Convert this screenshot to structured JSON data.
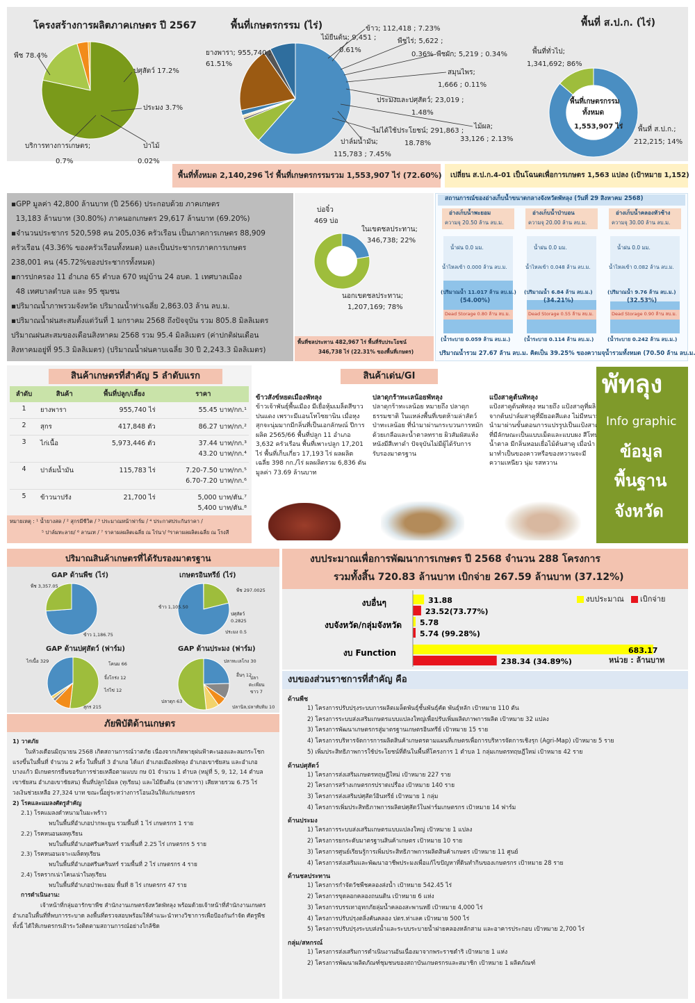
{
  "structure": {
    "title": "โครงสร้างการผลิตภาคเกษตร ปี 2567",
    "labels": {
      "crop": "พืช 78.4%",
      "livestock": "ปศุสัตว์ 17.2%",
      "fishery": "ประมง 3.7%",
      "service_a": "บริการทางการเกษตร;",
      "service_b": "0.7%",
      "forest_a": "ป่าไม้",
      "forest_b": "0.02%"
    },
    "values": [
      78.4,
      17.2,
      3.7,
      0.7,
      0.02
    ],
    "colors": [
      "#7a9a1a",
      "#a9c84a",
      "#f28c1a",
      "#f5b31a",
      "#999999"
    ]
  },
  "agri_area": {
    "title": "พื้นที่เกษตรกรรม (ไร่)",
    "labels": {
      "rubber_a": "ยางพารา;  955,740 ;",
      "rubber_b": "61.51%",
      "rice": "ข้าว;  112,418 ; 7.23%",
      "perennial_a": "ไม้ยืนต้น;  9,451 ;",
      "perennial_b": "0.61%",
      "field_a": "พืชไร่;  5,622 ;",
      "field_b": "0.36%",
      "veg": "พืชผัก;  5,219 ; 0.34%",
      "herb_a": "สมุนไพร;",
      "herb_b": "1,666 ; 0.11%",
      "fishery_a": "ประมงและปศุสัตว์;  23,019 ;",
      "fishery_b": "1.48%",
      "unused_a": "ไม่ได้ใช้ประโยชน์;  291,863 ;",
      "unused_b": "18.78%",
      "fruit_a": "ไม้ผล;",
      "fruit_b": "33,126 ; 2.13%",
      "palm_a": "ปาล์มน้ำมัน;",
      "palm_b": "115,783 ; 7.45%"
    },
    "values": [
      955740,
      112418,
      9451,
      5622,
      5219,
      1666,
      23019,
      291863,
      33126,
      115783
    ],
    "colors": [
      "#4a8ec2",
      "#9ebd3c",
      "#6e6e6e",
      "#e6a23c",
      "#f2d36b",
      "#c8c8c8",
      "#3d7fb0",
      "#9b5a12",
      "#555555",
      "#2f6e9e"
    ]
  },
  "alro": {
    "title": "พื้นที่ ส.ป.ก. (ไร่)",
    "general_a": "พื้นที่ทั่วไป;",
    "general_b": "1,341,692; 86%",
    "alro_a": "พื้นที่ ส.ป.ก.;",
    "alro_b": "212,215; 14%",
    "center_a": "พื้นที่เกษตรกรรม",
    "center_b": "ทั้งหมด",
    "center_c": "1,553,907 ไร่",
    "values": [
      1341692,
      212215
    ],
    "colors": [
      "#4a8ec2",
      "#9ebd3c"
    ]
  },
  "total_area_text": "พื้นที่ทั้งหมด 2,140,296 ไร่ พื้นที่เกษตรกรรมรวม 1,553,907 ไร่ (72.60%)",
  "alro_change_text": "เปลี่ยน ส.ป.ก.4-01 เป็นโฉนดเพื่อการเกษตร 1,563 แปลง (เป้าหมาย 1,152)",
  "gpp_bullets": [
    "▪GPP มูลค่า 42,800 ล้านบาท (ปี 2566) ประกอบด้วย ภาคเกษตร",
    "  13,183 ล้านบาท (30.80%) ภาคนอกเกษตร 29,617 ล้านบาท (69.20%)",
    "▪จำนวนประชากร 520,598 คน 205,036 ครัวเรือน เป็นภาคการเกษตร 88,909",
    "ครัวเรือน (43.36% ของครัวเรือนทั้งหมด) และเป็นประชากรภาคการเกษตร",
    "238,001 คน (45.72%ของประชากรทั้งหมด)",
    "▪การปกครอง 11 อำเภอ 65 ตำบล 670 หมู่บ้าน 24 อบต. 1 เทศบาลเมือง",
    "  48 เทศบาลตำบล และ 95 ชุมชน",
    "▪ปริมาณน้ำภาพรวมจังหวัด ปริมาณน้ำท่าเฉลี่ย 2,863.03 ล้าน ลบ.ม.",
    "▪ปริมาณน้ำฝนสะสมตั้งแต่วันที่ 1 มกราคม 2568 ถึงปัจจุบัน รวม 805.8 มิลลิเมตร",
    "ปริมาณฝนสะสมของเดือนสิงหาคม 2568 รวม 95.4 มิลลิเมตร (ค่าปกติฝนเดือน",
    "สิงหาคมอยู่ที่ 95.3 มิลลิเมตร) (ปริมาณน้ำฝนคาบเฉลี่ย 30 ปี 2,243.3 มิลลิเมตร)"
  ],
  "irrigation": {
    "wells_a": "บ่อจิ๋ว",
    "wells_b": "469 บ่อ",
    "in_a": "ในเขตชลประทาน;",
    "in_b": "346,738; 22%",
    "out_a": "นอกเขตชลประทาน;",
    "out_b": "1,207,169; 78%",
    "footer_a": "พื้นที่ชลประทาน 482,967 ไร่ พื้นที่รับประโยชน์",
    "footer_b": "346,738 ไร่ (22.31% ของพื้นที่เกษตร)",
    "values": [
      346738,
      1207169
    ],
    "colors": [
      "#4a8ec2",
      "#9ebd3c"
    ]
  },
  "reservoir": {
    "title": "สถานการณ์ของอ่างเก็บน้ำขนาดกลางจังหวัดพัทลุง (วันที่ 29 สิงหาคม 2568)",
    "items": [
      {
        "name": "อ่างเก็บน้ำพะยอม",
        "cap": "ความจุ 20.50 ล้าน ลบ.ม.",
        "rain": "น้ำฝน 0.0 มม.",
        "inflow": "น้ำไหลเข้า 0.000 ล้าน ลบ.ม.",
        "volume": "(ปริมาณน้ำ 11.017 ล้าน ลบ.ม.)",
        "pct": "(54.00%)",
        "dead": "Dead Storage 0.80 ล้าน ลบ.ม.",
        "release": "(น้ำระบาย 0.059 ล้าน ลบ.ม.)",
        "level": 54.0
      },
      {
        "name": "อ่างเก็บน้ำป่าบอน",
        "cap": "ความจุ 20.00 ล้าน ลบ.ม.",
        "rain": "น้ำฝน 0.0 มม.",
        "inflow": "น้ำไหลเข้า 0.048 ล้าน ลบ.ม.",
        "volume": "(ปริมาณน้ำ 6.84 ล้าน ลบ.ม.)",
        "pct": "(34.21%)",
        "dead": "Dead Storage 0.55 ล้าน ลบ.ม.",
        "release": "(น้ำระบาย 0.114 ล้าน ลบ.ม.)",
        "level": 34.21
      },
      {
        "name": "อ่างเก็บน้ำคลองหัวช้าง",
        "cap": "ความจุ 30.00 ล้าน ลบ.ม.",
        "rain": "น้ำฝน 0.0 มม.",
        "inflow": "น้ำไหลเข้า 0.082 ล้าน ลบ.ม.",
        "volume": "(ปริมาณน้ำ 9.76 ล้าน ลบ.ม.)",
        "pct": "(32.53%)",
        "dead": "Dead Storage 0.90 ล้าน ลบ.ม.",
        "release": "(น้ำระบาย 0.242 ล้าน ลบ.ม.)",
        "level": 32.53
      }
    ],
    "total": "ปริมาณน้ำรวม 27.67 ล้าน ลบ.ม. คิดเป็น 39.25% ของความจุน้ำรวมทั้งหมด (70.50 ล้าน ลบ.ม.)"
  },
  "top5": {
    "title": "สินค้าเกษตรที่สำคัญ 5 ลำดับแรก",
    "headers": [
      "ลำดับ",
      "สินค้า",
      "พื้นที่ปลูก/เลี้ยง",
      "ราคา"
    ],
    "rows": [
      {
        "no": "1",
        "name": "ยางพารา",
        "area": "955,740 ไร่",
        "price": "55.45 บาท/กก.¹",
        "price2": ""
      },
      {
        "no": "2",
        "name": "สุกร",
        "area": "417,848 ตัว",
        "price": "86.27 บาท/กก.²",
        "price2": ""
      },
      {
        "no": "3",
        "name": "ไก่เนื้อ",
        "area": "5,973,446 ตัว",
        "price": "37.44 บาท/กก.³",
        "price2": "43.20 บาท/กก.⁴"
      },
      {
        "no": "4",
        "name": "ปาล์มน้ำมัน",
        "area": "115,783 ไร่",
        "price": "7.20-7.50 บาท/กก.⁵",
        "price2": "6.70-7.20 บาท/กก.⁶"
      },
      {
        "no": "5",
        "name": "ข้าวนาปรัง",
        "area": "21,700 ไร่",
        "price": "5,000 บาท/ตัน.⁷",
        "price2": "5,400 บาท/ตัน.⁸"
      }
    ],
    "note_a": "หมายเหตุ : ¹ น้ำยางสด / ² สุกรมีชีวิต / ³ ประมาณหน้าฟาร์ม / ⁴ ประกาศประกันราคา /",
    "note_b": "⁵ ปาล์มทะลาย/ ⁶ ลานเท / ⁷ ราคาผลผลิตเฉลี่ย ณ ไร่นา/ ⁸ราคาผลผลิตเฉลี่ย ณ โรงสี"
  },
  "gi": {
    "title": "สินค้าเด่น/GI",
    "cols": [
      {
        "head": "ข้าวสังข์หยดเมืองพัทลุง",
        "body": "ข้าวเจ้าพันธุ์พื้นเมือง มีเยื่อหุ้มเมล็ดสีขาวปนแดง เพราะมีแอนโทไซยานิน เมื่อหุงสุกจะนุ่มมากมีกลิ่นที่เป็นเอกลักษณ์ ปีการผลิต 2565/66 พื้นที่ปลูก 11 อำเภอ 3,632 ครัวเรือน พื้นที่เพาะปลูก 17,201 ไร่ พื้นที่เก็บเกี่ยว 17,193 ไร่ ผลผลิตเฉลี่ย 398 กก./ไร่ ผลผลิตรวม 6,836 ตัน มูลค่า 73.69 ล้านบาท"
      },
      {
        "head": "ปลาดุกร้าทะเลน้อยพัทลุง",
        "body": "ปลาดุกร้าทะเลน้อย หมายถึง ปลาดุกธรรมชาติ ในแหล่งพื้นที่เขตห้ามล่าสัตว์ป่าทะเลน้อย ที่นำมาผ่านกระบวนการหมักด้วยเกลือและน้ำตาลทราย ผิวสัมผัสแห้ง หนังมีสีเทาดำ ปัจจุบันไม่มีผู้ได้รับการรับรองมาตรฐาน"
      },
      {
        "head": "แป้งสาคูต้นพัทลุง",
        "body": "แป้งสาคูต้นพัทลุง หมายถึง แป้งสาคูที่ผลิตจากต้นปาล์มสาคูที่มียอดสีแดง ไม่มีหนาม นำมาผ่านขั้นตอนการแปรรูปเป็นแป้งสาคูที่มีลักษณะเป็นแบบเม็ดและแบบผง สีโทนน้ำตาล มีกลิ่นหอมเยื่อไม้ต้นสาคู เมื่อนำมาทำเป็นของคาวหรือของหวานจะมีความเหนียว นุ่ม รสหวาน"
      }
    ]
  },
  "brand": {
    "l1": "พัทลุง",
    "l2": "Info graphic",
    "l3": "ข้อมูล",
    "l4": "พื้นฐาน",
    "l5": "จังหวัด"
  },
  "standards": {
    "title": "ปริมาณสินค้าเกษตรที่ได้รับรองมาตรฐาน",
    "gap_crop": {
      "title": "GAP ด้านพืช (ไร่)",
      "l1": "พืช 3,357.05",
      "l2": "ข้าว 1,186.75",
      "values": [
        3357.05,
        1186.75
      ],
      "colors": [
        "#4a8ec2",
        "#9ebd3c"
      ]
    },
    "organic": {
      "title": "เกษตรอินทรีย์ (ไร่)",
      "l1": "พืช 297.0025",
      "l2": "ข้าว 1,105.50",
      "l3": "ปศุสัตว์",
      "l3b": "0.2825",
      "l4": "ประมง 0.5",
      "values": [
        297.0025,
        1105.5,
        0.2825,
        0.5
      ],
      "colors": [
        "#9ebd3c",
        "#4a8ec2",
        "#e6a23c",
        "#888888"
      ]
    },
    "gap_live": {
      "title": "GAP ด้านปศุสัตว์ (ฟาร์ม)",
      "l1": "ไก่เนื้อ 329",
      "l2": "โคนม 66",
      "l3": "จิ้งโกร่ง 12",
      "l4": "ไก่ไข่ 12",
      "l5": "สุกร 215",
      "values": [
        329,
        66,
        12,
        12,
        215
      ],
      "colors": [
        "#9ebd3c",
        "#f28c1a",
        "#888888",
        "#f2d36b",
        "#4a8ec2"
      ]
    },
    "gap_fish": {
      "title": "GAP ด้านประมง (ฟาร์ม)",
      "l1": "ปลาทะเลโกง  30",
      "l2": "อื่นๆ 12",
      "l3a": "ปลา",
      "l3b": "ตะเพียน",
      "l3c": "ขาว 7",
      "l4": "ปลานิล,ปลาทับทิม 10",
      "l5": "ปลาดุก 63",
      "values": [
        30,
        12,
        7,
        10,
        63
      ],
      "colors": [
        "#4a8ec2",
        "#888888",
        "#f28c1a",
        "#f2d36b",
        "#9ebd3c"
      ]
    }
  },
  "budget": {
    "title_a": "งบประมาณเพื่อการพัฒนาการเกษตร ปี 2568 จำนวน 288 โครงการ",
    "title_b": "รวมทั้งสิ้น 720.83 ล้านบาท เบิกจ่าย 267.59 ล้านบาท (37.12%)",
    "legend_budget": "งบประมาณ",
    "legend_spent": "เบิกจ่าย",
    "unit": "หน่วย : ล้านบาท",
    "colors": {
      "budget": "#ffff00",
      "spent": "#e8141c"
    },
    "chart_data": {
      "type": "bar",
      "categories": [
        "งบอื่นๆ",
        "งบจังหวัด/กลุ่มจังหวัด",
        "งบ Function"
      ],
      "series": [
        {
          "name": "งบประมาณ",
          "values": [
            31.88,
            5.78,
            683.17
          ]
        },
        {
          "name": "เบิกจ่าย",
          "values": [
            23.52,
            5.74,
            238.34
          ]
        }
      ],
      "value_labels_budget": [
        "31.88",
        "5.78",
        "683.17"
      ],
      "value_labels_spent": [
        "23.52(73.77%)",
        "5.74 (99.28%)",
        "238.34 (34.89%)"
      ],
      "xlim": [
        0,
        683.17
      ]
    }
  },
  "disaster": {
    "title": "ภัยพิบัติด้านเกษตร",
    "h1": "1) วาตภัย",
    "p1": "ในห้วงเดือนมิถุนายน 2568 เกิดสถานการณ์วาตภัย เนื่องจากเกิดพายุฝนฟ้าคะนองและลมกระโชกแรงขึ้นในพื้นที่ จำนวน 2 ครั้ง ในพื้นที่ 3 อำเภอ ได้แก่ อำเภอเมืองพัทลุง อำเภอเขาชัยสน และอำเภอบางแก้ว มีเกษตรกรยื่นขอรับการช่วยเหลือตามแบบ กษ 01 จำนวน 1 ตำบล (หมู่ที่ 5, 9, 12, 14 ตำบลเขาชัยสน อำเภอเขาชัยสน) พื้นที่ปลูกไม้ผล (ทุเรียน) และไม้ยืนต้น (ยางพารา) เสียหายรวม 6.75 ไร่ วงเงินช่วยเหลือ 27,324 บาท ขณะนี้อยู่ระหว่างการโอนเงินให้แก่เกษตรกร",
    "h2": "2) โรคและแมลงศัตรูสำคัญ",
    "items": [
      {
        "a": "2.1) โรคแมลงดำหนามในมะพร้าว",
        "b": "พบในพื้นที่อำเภอปากพะยูน รวมพื้นที่ 1 ไร่ เกษตรกร 1 ราย"
      },
      {
        "a": "2.2) โรคหนอนผลทุเรียน",
        "b": "พบในพื้นที่อำเภอศรีนครินทร์ รวมพื้นที่ 2.25 ไร่ เกษตรกร 5 ราย"
      },
      {
        "a": "2.3) โรคหนอนเจาะเมล็ดทุเรียน",
        "b": "พบในพื้นที่อำเภอศรีนครินทร์ รวมพื้นที่ 2 ไร่ เกษตรกร 4 ราย"
      },
      {
        "a": "2.4) โรครากเน่าโคนเน่าในทุเรียน",
        "b": "พบในพื้นที่อำเภอป่าพะยอม พื้นที่ 8 ไร่ เกษตรกร 47 ราย"
      }
    ],
    "h3": "การดำเนินงาน:",
    "p3": "เจ้าหน้าที่กลุ่มอารักขาพืช สำนักงานเกษตรจังหวัดพัทลุง พร้อมด้วยเจ้าหน้าที่สำนักงานเกษตรอำเภอในพื้นที่ที่พบการระบาด ลงพื้นที่ตรวจสอบพร้อมให้คำแนะนำทางวิชาการเพื่อป้องกันกำจัด ศัตรูพืช ทั้งนี้ ได้ให้เกษตรกรเฝ้าระวังติดตามสถานการณ์อย่างใกล้ชิด"
  },
  "projects": {
    "title": "งบของส่วนราชการที่สำคัญ คือ",
    "sections": [
      {
        "head": "ด้านพืช",
        "items": [
          "1) โครงการปรับปรุงระบบการผลิตเมล็ดพันธุ์ชั้นพันธุ์คัด พันธุ์หลัก เป้าหมาย 110 ตัน",
          "2) โครงการระบบส่งเสริมเกษตรแบบแปลงใหญ่เพื่อปรับเพิ่มผลิตภาพการผลิต เป้าหมาย 32 แปลง",
          "3) โครงการพัฒนาเกษตรกรสู่มาตรฐานเกษตรอินทรีย์ เป้าหมาย 15 ราย",
          "4) โครงการบริหารจัดการการผลิตสินค้าเกษตรตามแผนที่เกษตรเพื่อการบริหารจัดการเชิงรุก (Agri-Map) เป้าหมาย 5 ราย",
          "5) เพิ่มประสิทธิภาพการใช้ประโยชน์ที่ดินในพื้นที่โครงการ 1 ตำบล 1 กลุ่มเกษตรทฤษฎีใหม่ เป้าหมาย 42 ราย"
        ]
      },
      {
        "head": "ด้านปศุสัตว์",
        "items": [
          "1) โครงการส่งเสริมเกษตรทฤษฎีใหม่ เป้าหมาย 227 ราย",
          "2) โครงการสร้างเกษตรกรปราดเปรื่อง เป้าหมาย 140 ราย",
          "3) โครงการส่งเสริมปศุสัตว์อินทรีย์ เป้าหมาย 1 กลุ่ม",
          "4) โครงการเพิ่มประสิทธิภาพการผลิตปศุสัตว์ในฟาร์มเกษตรกร เป้าหมาย 14 ฟาร์ม"
        ]
      },
      {
        "head": "ด้านประมง",
        "items": [
          "1) โครงการระบบส่งเสริมเกษตรแบบแปลงใหญ่ เป้าหมาย 1 แปลง",
          "2) โครงการยกระดับมาตรฐานสินค้าเกษตร เป้าหมาย 10 ราย",
          "3) โครงการศูนย์เรียนรู้การเพิ่มประสิทธิภาพการผลิตสินค้าเกษตร เป้าหมาย 11 ศูนย์",
          "4) โครงการส่งเสริมและพัฒนาอาชีพประมงเพื่อแก้ไขปัญหาที่ดินทำกินของเกษตรกร เป้าหมาย 28 ราย"
        ]
      },
      {
        "head": "ด้านชลประทาน",
        "items": [
          "1) โครงการกำจัดวัชพืชคลองส่งน้ำ เป้าหมาย 542.45 ไร่",
          "2) โครงการขุดลอกคลองถนนดิน เป้าหมาย 6 แห่ง",
          "3) โครงการบรรเทาอุทกภัยลุ่มน้ำคลองสะพานหยี เป้าหมาย 4,000 ไร่",
          "4) โครงการปรับปรุงตลิ่งคันคลอง ปตร.ท่าเลค เป้าหมาย 500 ไร่",
          "5) โครงการปรับปรุงระบบส่งน้ำและระบบระบายน้ำฝายคลองหลักสาม และอาคารประกอบ เป้าหมาย 2,700 ไร่"
        ]
      },
      {
        "head": "กลุ่ม/สหกรณ์",
        "items": [
          "1) โครงการส่งเสริมการดำเนินงานอันเนื่องมาจากพระราชดำริ เป้าหมาย 1 แห่ง",
          "2) โครงการพัฒนาผลิตภัณฑ์ชุมชนของสถาบันเกษตรกรและสมาชิก เป้าหมาย 1 ผลิตภัณฑ์"
        ]
      }
    ]
  }
}
